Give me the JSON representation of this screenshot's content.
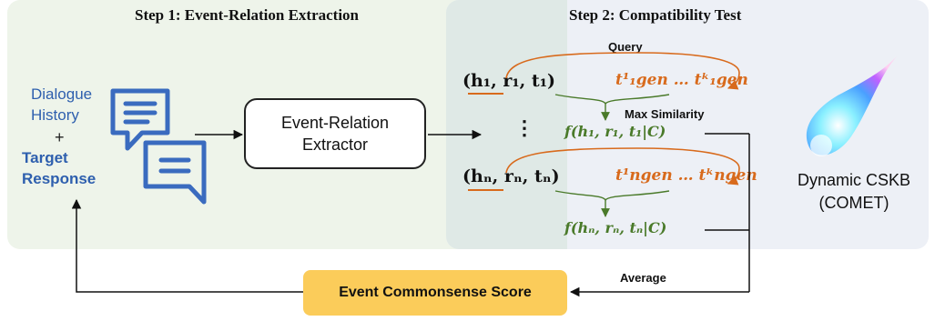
{
  "steps": {
    "step1_title": "Step 1: Event-Relation Extraction",
    "step2_title": "Step 2: Compatibility Test"
  },
  "input": {
    "dialogue_line1": "Dialogue",
    "dialogue_line2": "History",
    "plus": "+",
    "target_line1": "Target",
    "target_line2": "Response"
  },
  "extractor": {
    "line1": "Event-Relation",
    "line2": "Extractor"
  },
  "compatibility": {
    "query_label": "Query",
    "max_similarity_label": "Max Similarity",
    "triple_1": "(h₁, r₁, t₁)",
    "generated_1": "t¹₁gen … tᵏ₁gen",
    "score_1": "f(h₁, r₁, t₁|C)",
    "vdots": "⋮",
    "triple_n": "(hₙ, rₙ, tₙ)",
    "generated_n": "t¹ngen … tᵏngen",
    "score_n": "f(hₙ, rₙ, tₙ|C)",
    "average_label": "Average"
  },
  "cskb": {
    "line1": "Dynamic CSKB",
    "line2": "(COMET)"
  },
  "output": {
    "score_label": "Event Commonsense Score"
  },
  "colors": {
    "step1_bg": "#eef4ea",
    "step2_bg": "#edf0f6",
    "dialogue_blue": "#2e5fae",
    "query_orange": "#d86a1c",
    "similarity_green": "#4a7a2a",
    "score_yellow": "#fbcc5a"
  },
  "icons": [
    "chat-bubble-icon",
    "comet-icon"
  ]
}
